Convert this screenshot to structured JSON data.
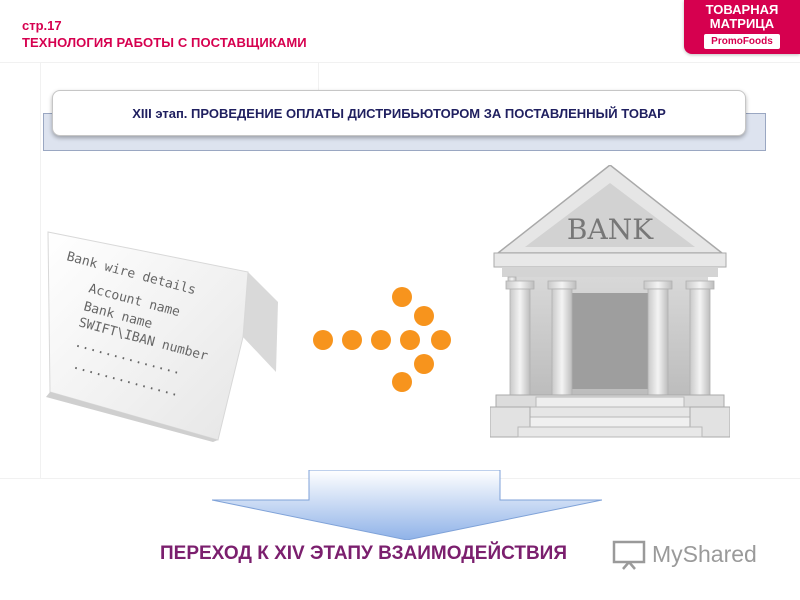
{
  "header": {
    "page_number": "стр.17",
    "section_title": "ТЕХНОЛОГИЯ РАБОТЫ С ПОСТАВЩИКАМИ"
  },
  "logo": {
    "line1": "ТОВАРНАЯ",
    "line2": "МАТРИЦА",
    "brand": "PromoFoods",
    "color": "#d6004f"
  },
  "banner": {
    "text": "XIII этап. ПРОВЕДЕНИЕ ОПЛАТЫ ДИСТРИБЬЮТОРОМ ЗА ПОСТАВЛЕННЫЙ ТОВАР"
  },
  "card": {
    "title": "Bank wire details",
    "lines": [
      "Account name",
      "Bank name",
      "SWIFT\\IBAN number"
    ],
    "dots1": "..............",
    "dots2": ".............."
  },
  "bank": {
    "sign": "BANK"
  },
  "transition": {
    "text": "ПЕРЕХОД К XIV ЭТАПУ ВЗАИМОДЕЙСТВИЯ"
  },
  "watermark": {
    "text": "MyShared"
  },
  "colors": {
    "accent": "#d6004f",
    "banner_text": "#202060",
    "dots": "#f7941d",
    "transition_text": "#7b1f6e"
  }
}
